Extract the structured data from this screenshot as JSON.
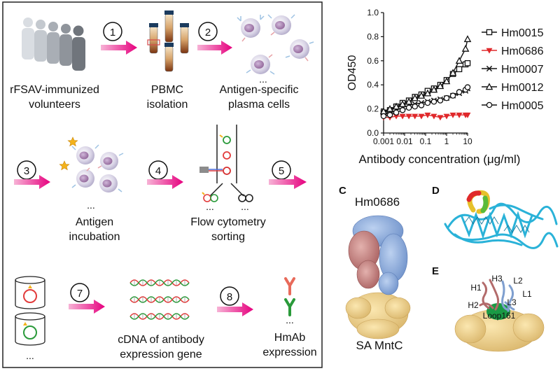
{
  "workflow": {
    "steps": [
      "1",
      "2",
      "3",
      "4",
      "5",
      "7",
      "8"
    ],
    "labels": {
      "volunteers_1": "rFSAV-immunized",
      "volunteers_2": "volunteers",
      "pbmc_1": "PBMC",
      "pbmc_2": "isolation",
      "plasma_1": "Antigen-specific",
      "plasma_2": "plasma cells",
      "antigen_1": "Antigen",
      "antigen_2": "incubation",
      "flow_1": "Flow cytometry",
      "flow_2": "sorting",
      "cdna_1": "cDNA of antibody",
      "cdna_2": "expression gene",
      "hmab_1": "HmAb",
      "hmab_2": "expression"
    },
    "ellipsis": "..."
  },
  "chart_data": {
    "type": "line",
    "xlabel": "Antibody concentration (μg/ml)",
    "ylabel": "OD450",
    "x_scale": "log",
    "xlim": [
      0.001,
      10
    ],
    "ylim": [
      0.0,
      1.0
    ],
    "x_ticks": [
      "0.001",
      "0.01",
      "0.1",
      "1",
      "10"
    ],
    "y_ticks": [
      "0.0",
      "0.2",
      "0.4",
      "0.6",
      "0.8",
      "1.0"
    ],
    "x": [
      0.001,
      0.002,
      0.004,
      0.008,
      0.016,
      0.031,
      0.063,
      0.125,
      0.25,
      0.5,
      1,
      2,
      4,
      8,
      10
    ],
    "legend_position": "right",
    "series": [
      {
        "name": "Hm0015",
        "marker": "square",
        "color": "#111111",
        "values": [
          0.17,
          0.19,
          0.22,
          0.25,
          0.27,
          0.3,
          0.32,
          0.35,
          0.37,
          0.4,
          0.44,
          0.49,
          0.53,
          0.57,
          0.58
        ]
      },
      {
        "name": "Hm0686",
        "marker": "triangle-down",
        "color": "#e0282b",
        "values": [
          0.13,
          0.13,
          0.14,
          0.14,
          0.14,
          0.14,
          0.14,
          0.15,
          0.14,
          0.13,
          0.14,
          0.15,
          0.15,
          0.15,
          0.15
        ]
      },
      {
        "name": "Hm0007",
        "marker": "x",
        "color": "#111111",
        "values": [
          0.16,
          0.17,
          0.19,
          0.21,
          0.23,
          0.24,
          0.25,
          0.26,
          0.27,
          0.28,
          0.29,
          0.31,
          0.33,
          0.35,
          0.37
        ]
      },
      {
        "name": "Hm0012",
        "marker": "triangle-up",
        "color": "#111111",
        "values": [
          0.18,
          0.2,
          0.22,
          0.24,
          0.26,
          0.29,
          0.31,
          0.33,
          0.36,
          0.39,
          0.43,
          0.5,
          0.6,
          0.7,
          0.78
        ]
      },
      {
        "name": "Hm0005",
        "marker": "circle",
        "color": "#111111",
        "values": [
          0.14,
          0.15,
          0.17,
          0.19,
          0.21,
          0.22,
          0.23,
          0.25,
          0.26,
          0.27,
          0.29,
          0.31,
          0.34,
          0.36,
          0.38
        ]
      }
    ]
  },
  "panel_c": {
    "letter": "C",
    "title": "Hm0686",
    "subtitle": "SA MntC"
  },
  "panel_d": {
    "letter": "D"
  },
  "panel_e": {
    "letter": "E",
    "loops": {
      "H1": "H1",
      "H2": "H2",
      "H3": "H3",
      "L1": "L1",
      "L2": "L2",
      "L3": "L3"
    },
    "site": "Loop161"
  },
  "colors": {
    "arrow": "#e6007e",
    "heavy": "#c98282",
    "light": "#8fb0df",
    "antigen": "#f0d28a",
    "ribbon": "#2ab2d8",
    "site": "#1a9a45"
  }
}
